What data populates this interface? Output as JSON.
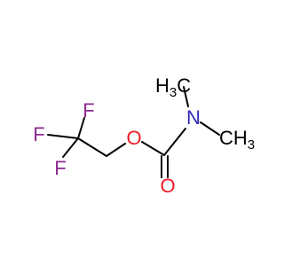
{
  "molecule": {
    "atoms": {
      "f1": "F",
      "f2": "F",
      "f3": "F",
      "o_ester": "O",
      "o_carbonyl": "O",
      "n": "N",
      "methyl_upper": {
        "element": "H",
        "subscript": "3",
        "suffix": "C"
      },
      "methyl_lower": {
        "element": "CH",
        "subscript": "3"
      }
    },
    "colors": {
      "fluorine": "#8b2a8f",
      "oxygen": "#ee1c25",
      "nitrogen": "#2e2bb8",
      "carbon": "#000000",
      "bond": "#000000",
      "background": "#ffffff"
    }
  }
}
